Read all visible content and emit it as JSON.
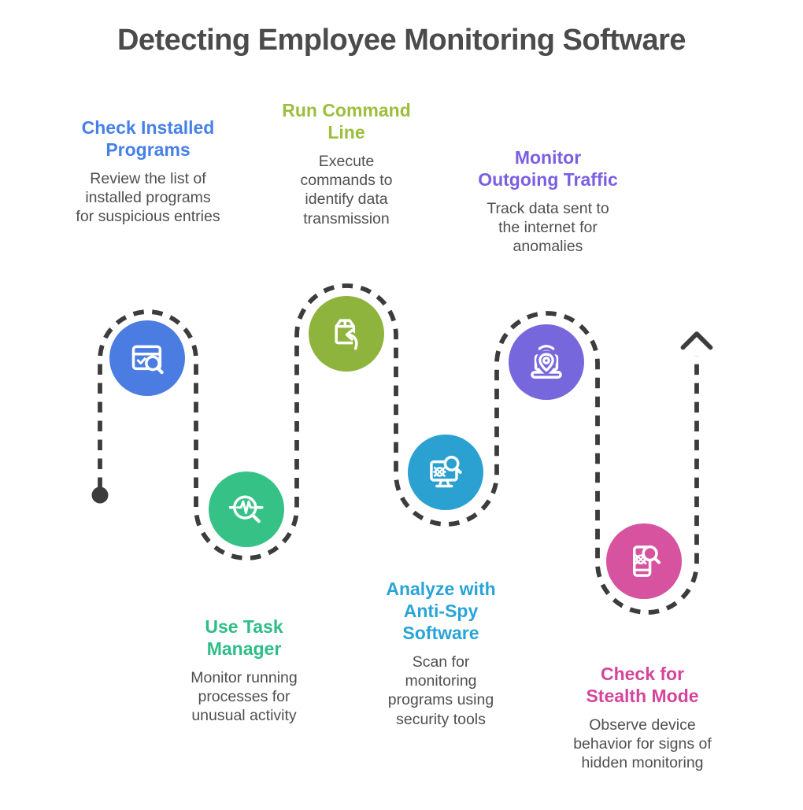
{
  "title": "Detecting Employee Monitoring Software",
  "steps": [
    {
      "heading": "Check Installed Programs",
      "description": "Review the list of installed programs for suspicious entries",
      "accent": "#4680e8",
      "circle": "#4a7ce1",
      "icon": "window-search-icon"
    },
    {
      "heading": "Use Task Manager",
      "description": "Monitor running processes for unusual activity",
      "accent": "#2ebd86",
      "circle": "#36c187",
      "icon": "pulse-search-icon"
    },
    {
      "heading": "Run Command Line",
      "description": "Execute commands to identify data transmission",
      "accent": "#9cbe3c",
      "circle": "#8eb43d",
      "icon": "package-return-icon"
    },
    {
      "heading": "Analyze with Anti-Spy Software",
      "description": "Scan for monitoring programs using security tools",
      "accent": "#29a4d9",
      "circle": "#2aa1d1",
      "icon": "monitor-bug-search-icon"
    },
    {
      "heading": "Monitor Outgoing Traffic",
      "description": "Track data sent to the internet for anomalies",
      "accent": "#7b5fe3",
      "circle": "#7767dc",
      "icon": "laptop-location-icon"
    },
    {
      "heading": "Check for Stealth Mode",
      "description": "Observe device behavior for signs of hidden monitoring",
      "accent": "#d5459b",
      "circle": "#d7539f",
      "icon": "phone-bug-search-icon"
    }
  ],
  "flow": {
    "line_color": "#3c3c3c",
    "start_marker": "dot",
    "end_marker": "up-arrow"
  }
}
